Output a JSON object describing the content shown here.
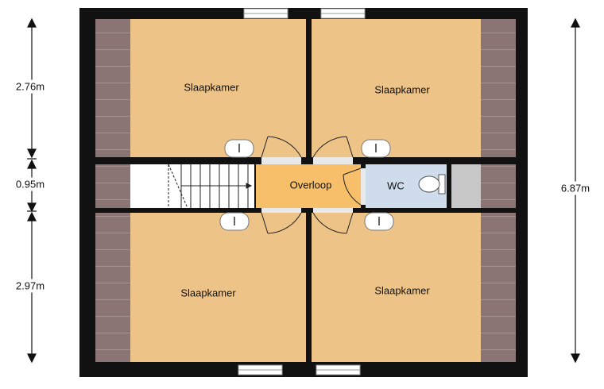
{
  "rooms": {
    "bedroom_top_left": "Slaapkamer",
    "bedroom_top_right": "Slaapkamer",
    "bedroom_bottom_left": "Slaapkamer",
    "bedroom_bottom_right": "Slaapkamer",
    "landing": "Overloop",
    "toilet": "WC"
  },
  "dimensions": {
    "left_top": "2.76m",
    "left_middle": "0.95m",
    "left_bottom": "2.97m",
    "right_total": "6.87m"
  },
  "colors": {
    "wall": "#111111",
    "bedroom_floor": "#eec387",
    "landing_floor": "#f7bf6a",
    "wc_floor": "#cfdcec",
    "eaves": "#8a7474",
    "storage": "#c7c7c7",
    "stairs": "#ffffff"
  }
}
